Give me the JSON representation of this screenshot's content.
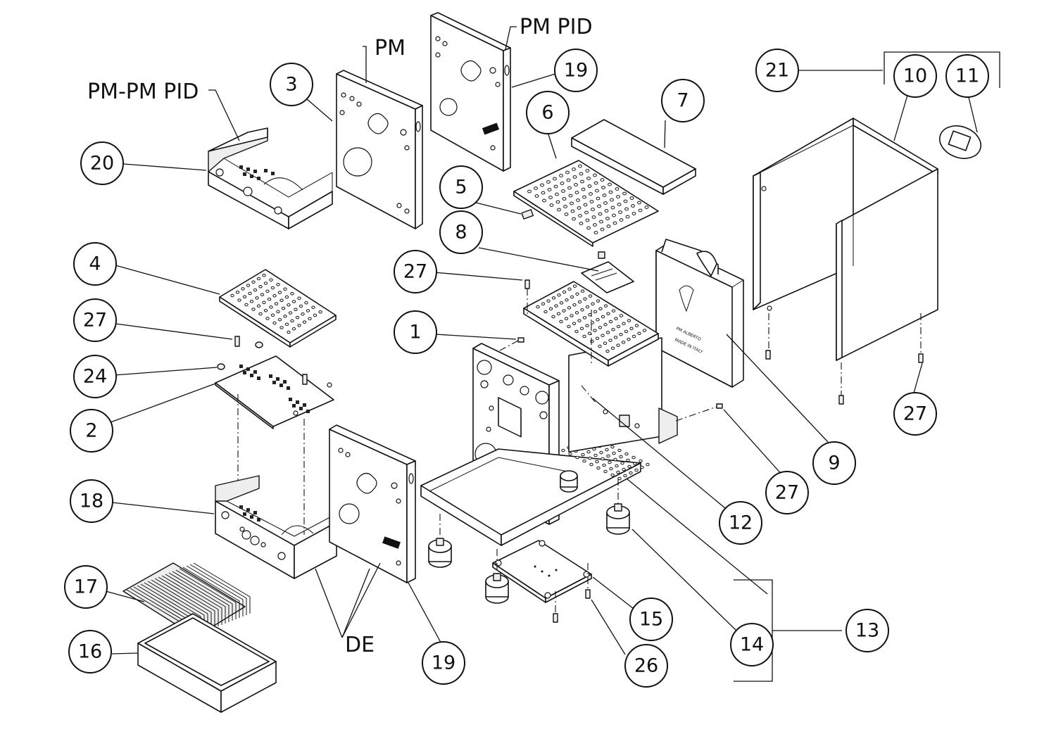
{
  "diagram": {
    "callouts": [
      {
        "id": "c1",
        "label": "1"
      },
      {
        "id": "c2",
        "label": "2"
      },
      {
        "id": "c3",
        "label": "3"
      },
      {
        "id": "c4",
        "label": "4"
      },
      {
        "id": "c5",
        "label": "5"
      },
      {
        "id": "c6",
        "label": "6"
      },
      {
        "id": "c7",
        "label": "7"
      },
      {
        "id": "c8",
        "label": "8"
      },
      {
        "id": "c9",
        "label": "9"
      },
      {
        "id": "c10",
        "label": "10"
      },
      {
        "id": "c11",
        "label": "11"
      },
      {
        "id": "c12",
        "label": "12"
      },
      {
        "id": "c13",
        "label": "13"
      },
      {
        "id": "c14",
        "label": "14"
      },
      {
        "id": "c15",
        "label": "15"
      },
      {
        "id": "c16",
        "label": "16"
      },
      {
        "id": "c17",
        "label": "17"
      },
      {
        "id": "c18",
        "label": "18"
      },
      {
        "id": "c19a",
        "label": "19"
      },
      {
        "id": "c19b",
        "label": "19"
      },
      {
        "id": "c20",
        "label": "20"
      },
      {
        "id": "c21",
        "label": "21"
      },
      {
        "id": "c24",
        "label": "24"
      },
      {
        "id": "c26",
        "label": "26"
      },
      {
        "id": "c27a",
        "label": "27"
      },
      {
        "id": "c27b",
        "label": "27"
      },
      {
        "id": "c27c",
        "label": "27"
      },
      {
        "id": "c27d",
        "label": "27"
      }
    ],
    "variants": {
      "pm_pm_pid": "PM-PM PID",
      "pm": "PM",
      "pm_pid": "PM PID",
      "de": "DE"
    }
  }
}
